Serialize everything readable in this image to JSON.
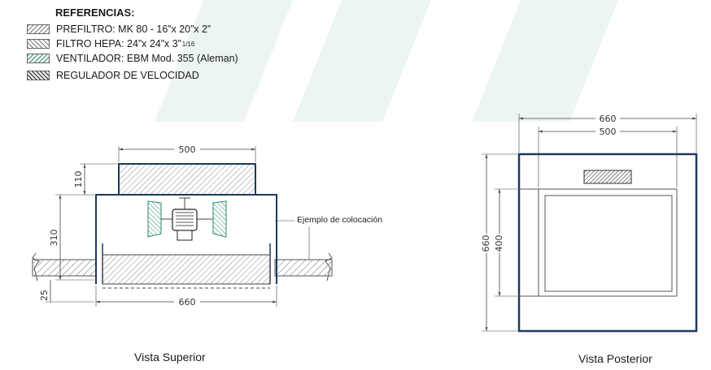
{
  "legend": {
    "title": "REFERENCIAS:",
    "items": [
      {
        "label": "PREFILTRO: MK 80 - 16”x 20”x 2”",
        "pattern": "prefiltro"
      },
      {
        "label": "FILTRO HEPA: 24”x 24”x 3”",
        "suffix": "1/16",
        "pattern": "hepa"
      },
      {
        "label": "VENTILADOR: EBM Mod. 355 (Aleman)",
        "pattern": "ventilador"
      },
      {
        "label": "REGULADOR DE VELOCIDAD",
        "pattern": "regulador"
      }
    ]
  },
  "superior": {
    "caption": "Vista Superior",
    "dimensions": {
      "top": "500",
      "height_top": "110",
      "height_body": "310",
      "bottom_gap": "25",
      "bottom": "660"
    },
    "annotation": "Ejemplo de colocación"
  },
  "posterior": {
    "caption": "Vista Posterior",
    "dimensions": {
      "outer_width": "660",
      "inner_width": "500",
      "outer_height": "660",
      "inner_height": "400"
    }
  },
  "colors": {
    "outline": "#1c3a5e",
    "line": "#555555",
    "fan": "#2e8a6b",
    "watermark": "#d8ecea"
  }
}
